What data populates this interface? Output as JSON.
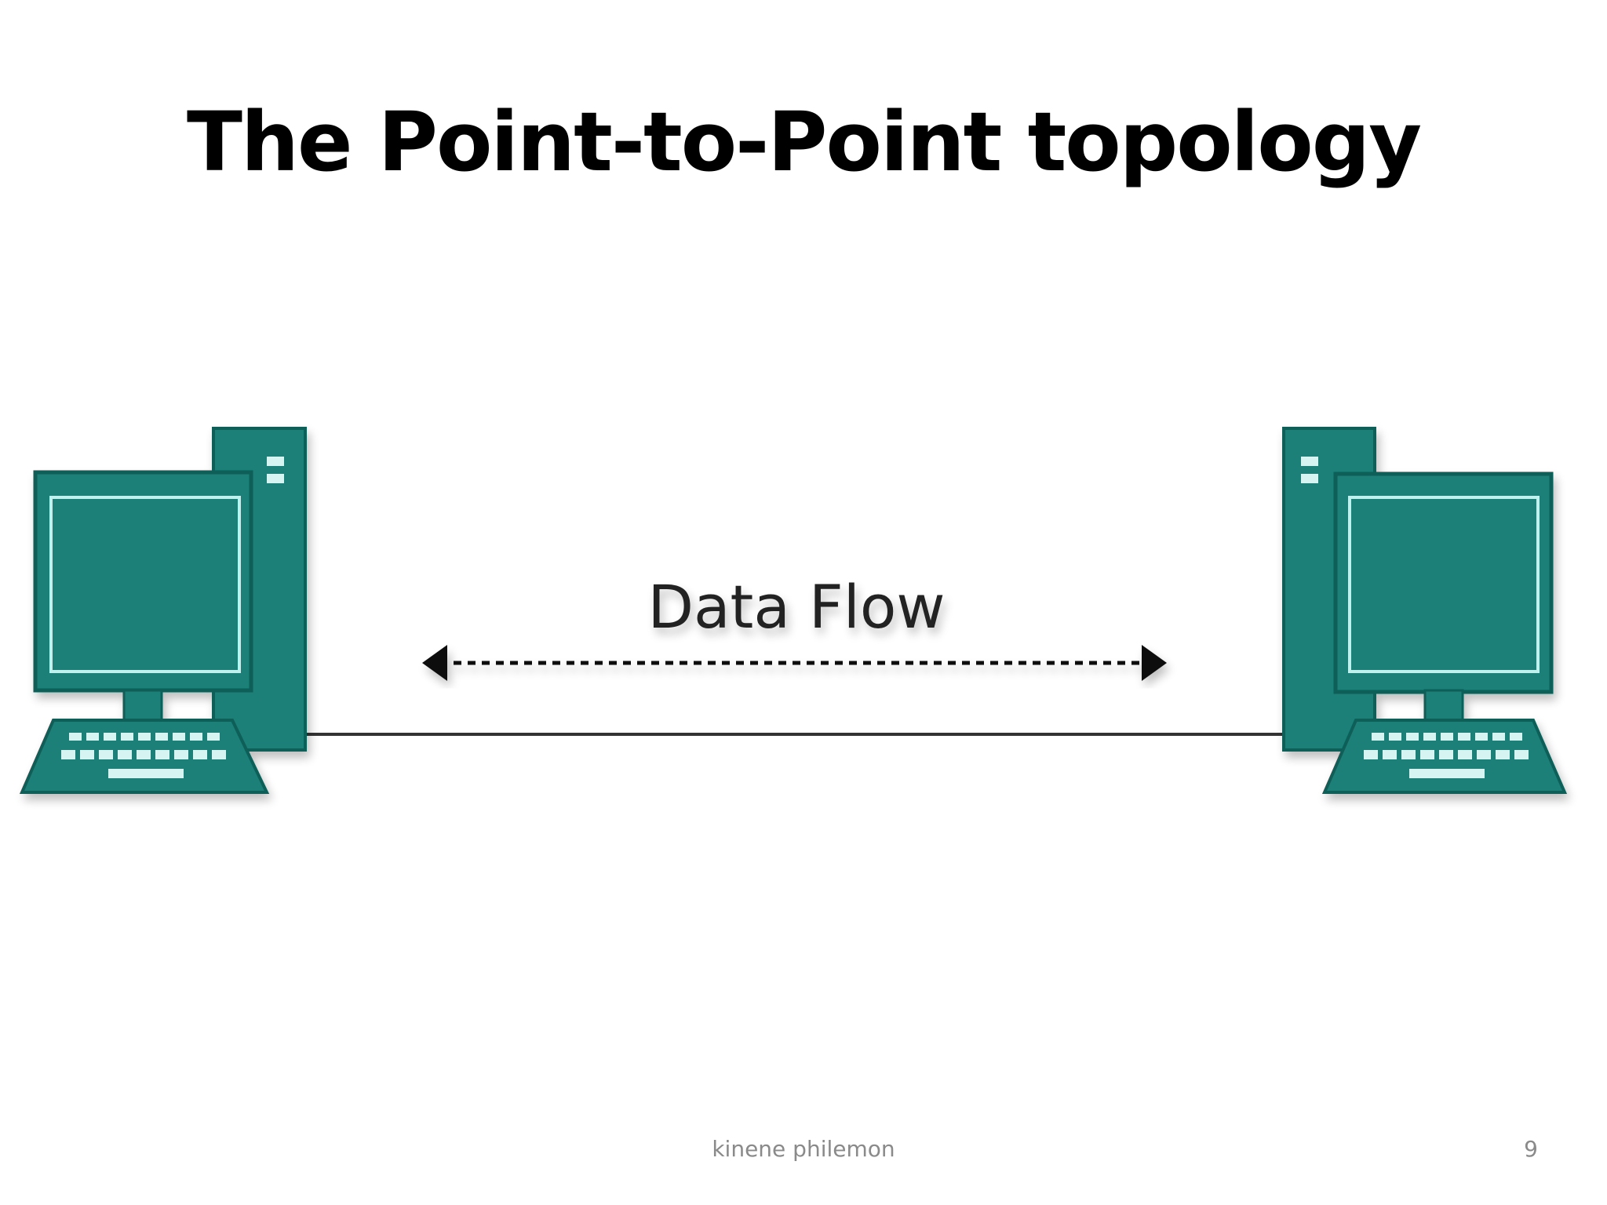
{
  "slide": {
    "title": "The Point-to-Point topology",
    "footer": "kinene philemon",
    "page_number": "9"
  },
  "diagram": {
    "flow_label": "Data Flow",
    "node_left_icon": "desktop-computer-icon",
    "node_right_icon": "desktop-computer-icon",
    "colors": {
      "computer_fill": "#1a7f78",
      "computer_dark": "#0f5e59",
      "screen_border": "#bff2ee",
      "key_color": "#d6f5f2",
      "link_line": "#333333",
      "arrow": "#111111"
    }
  }
}
